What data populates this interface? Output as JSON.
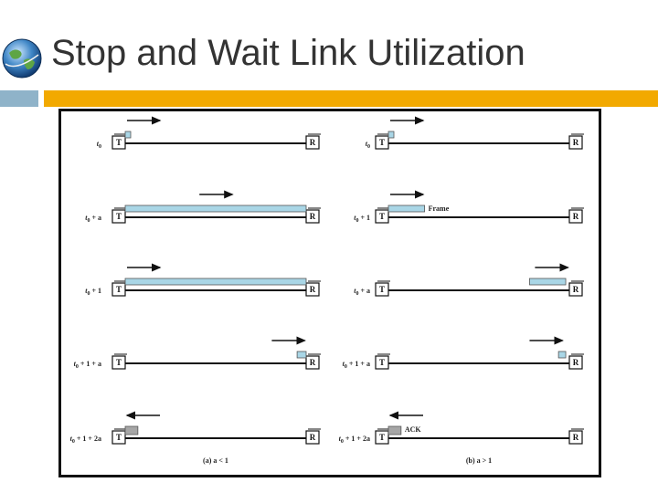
{
  "title": "Stop and Wait Link Utilization",
  "colors": {
    "accent_bar": "#f2a900",
    "accent_block": "#8fb3c9",
    "frame_fill": "#a9d6e6",
    "ack_fill": "#a6a6a6"
  },
  "icons": {
    "logo": "globe-logo-icon"
  },
  "diagram": {
    "node_labels": {
      "transmitter": "T",
      "receiver": "R"
    },
    "panels": [
      {
        "caption": "(a) a < 1",
        "rows": [
          {
            "time": "t0",
            "frame": [
              0.0,
              0.03
            ],
            "arrow": "right",
            "arrow_at": 0.0,
            "packet": "frame"
          },
          {
            "time": "t0 + a",
            "frame": [
              0.0,
              1.0
            ],
            "arrow": "right",
            "arrow_at": 0.4,
            "packet": "frame"
          },
          {
            "time": "t0 + 1",
            "frame": [
              0.0,
              1.0
            ],
            "arrow": "right",
            "arrow_at": 0.0,
            "packet": "frame"
          },
          {
            "time": "t0 + 1 + a",
            "frame": [
              0.95,
              1.0
            ],
            "arrow": "right",
            "arrow_at": 0.8,
            "packet": "frame"
          },
          {
            "time": "t0 + 1 + 2a",
            "frame": [
              0.0,
              0.07
            ],
            "arrow": "left",
            "arrow_at": 0.0,
            "packet": "ack"
          }
        ]
      },
      {
        "caption": "(b) a > 1",
        "rows": [
          {
            "time": "t0",
            "frame": [
              0.0,
              0.03
            ],
            "arrow": "right",
            "arrow_at": 0.0,
            "packet": "frame"
          },
          {
            "time": "t0 + 1",
            "frame": [
              0.0,
              0.2
            ],
            "arrow": "right",
            "arrow_at": 0.0,
            "packet": "frame",
            "label": "Frame"
          },
          {
            "time": "t0 + a",
            "frame": [
              0.78,
              0.98
            ],
            "arrow": "right",
            "arrow_at": 0.8,
            "packet": "frame"
          },
          {
            "time": "t0 + 1 + a",
            "frame": [
              0.94,
              0.98
            ],
            "arrow": "right",
            "arrow_at": 0.77,
            "packet": "frame"
          },
          {
            "time": "t0 + 1 + 2a",
            "frame": [
              0.0,
              0.07
            ],
            "arrow": "left",
            "arrow_at": 0.0,
            "packet": "ack",
            "label": "ACK"
          }
        ]
      }
    ]
  }
}
